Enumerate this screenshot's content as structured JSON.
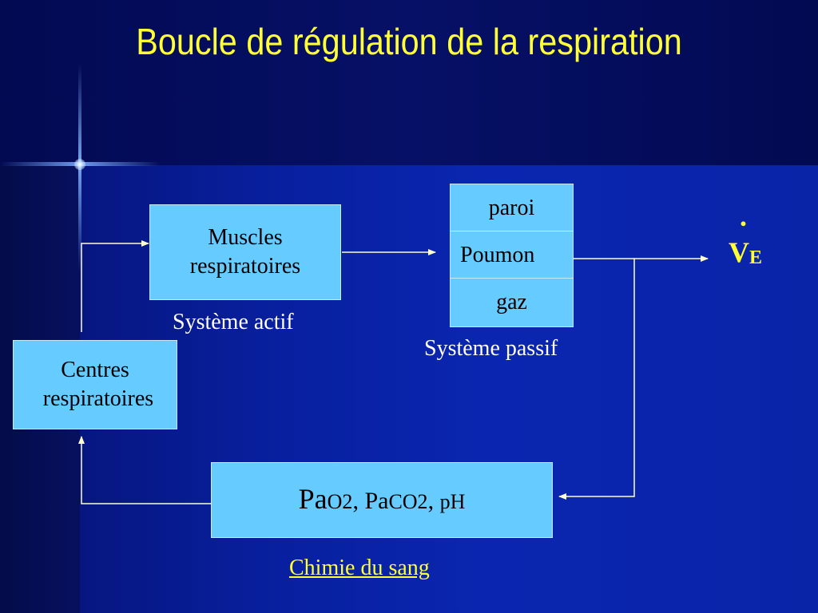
{
  "slide": {
    "title": "Boucle de régulation de la respiration"
  },
  "nodes": {
    "muscles": {
      "line1": "Muscles",
      "line2": "respiratoires",
      "caption": "Système actif"
    },
    "lung": {
      "top": "paroi",
      "middle": "Poumon",
      "bottom": "gaz",
      "caption": "Système passif"
    },
    "centres": {
      "line1": "Centres",
      "line2": "respiratoires"
    },
    "blood": {
      "pa": "Pa",
      "o2": "O2",
      "sep1": ", ",
      "paco2_pa": "Pa",
      "co2": "CO2",
      "sep2": ", ",
      "ph": "pH",
      "caption": "Chimie du sang"
    },
    "output": {
      "dot": ".",
      "v": "V",
      "sub": "E"
    }
  },
  "colors": {
    "box_fill": "#66ccff",
    "title": "#ffff33",
    "arrows": "#ffffcc",
    "caption": "#ffffff",
    "background": "#0820a0"
  }
}
